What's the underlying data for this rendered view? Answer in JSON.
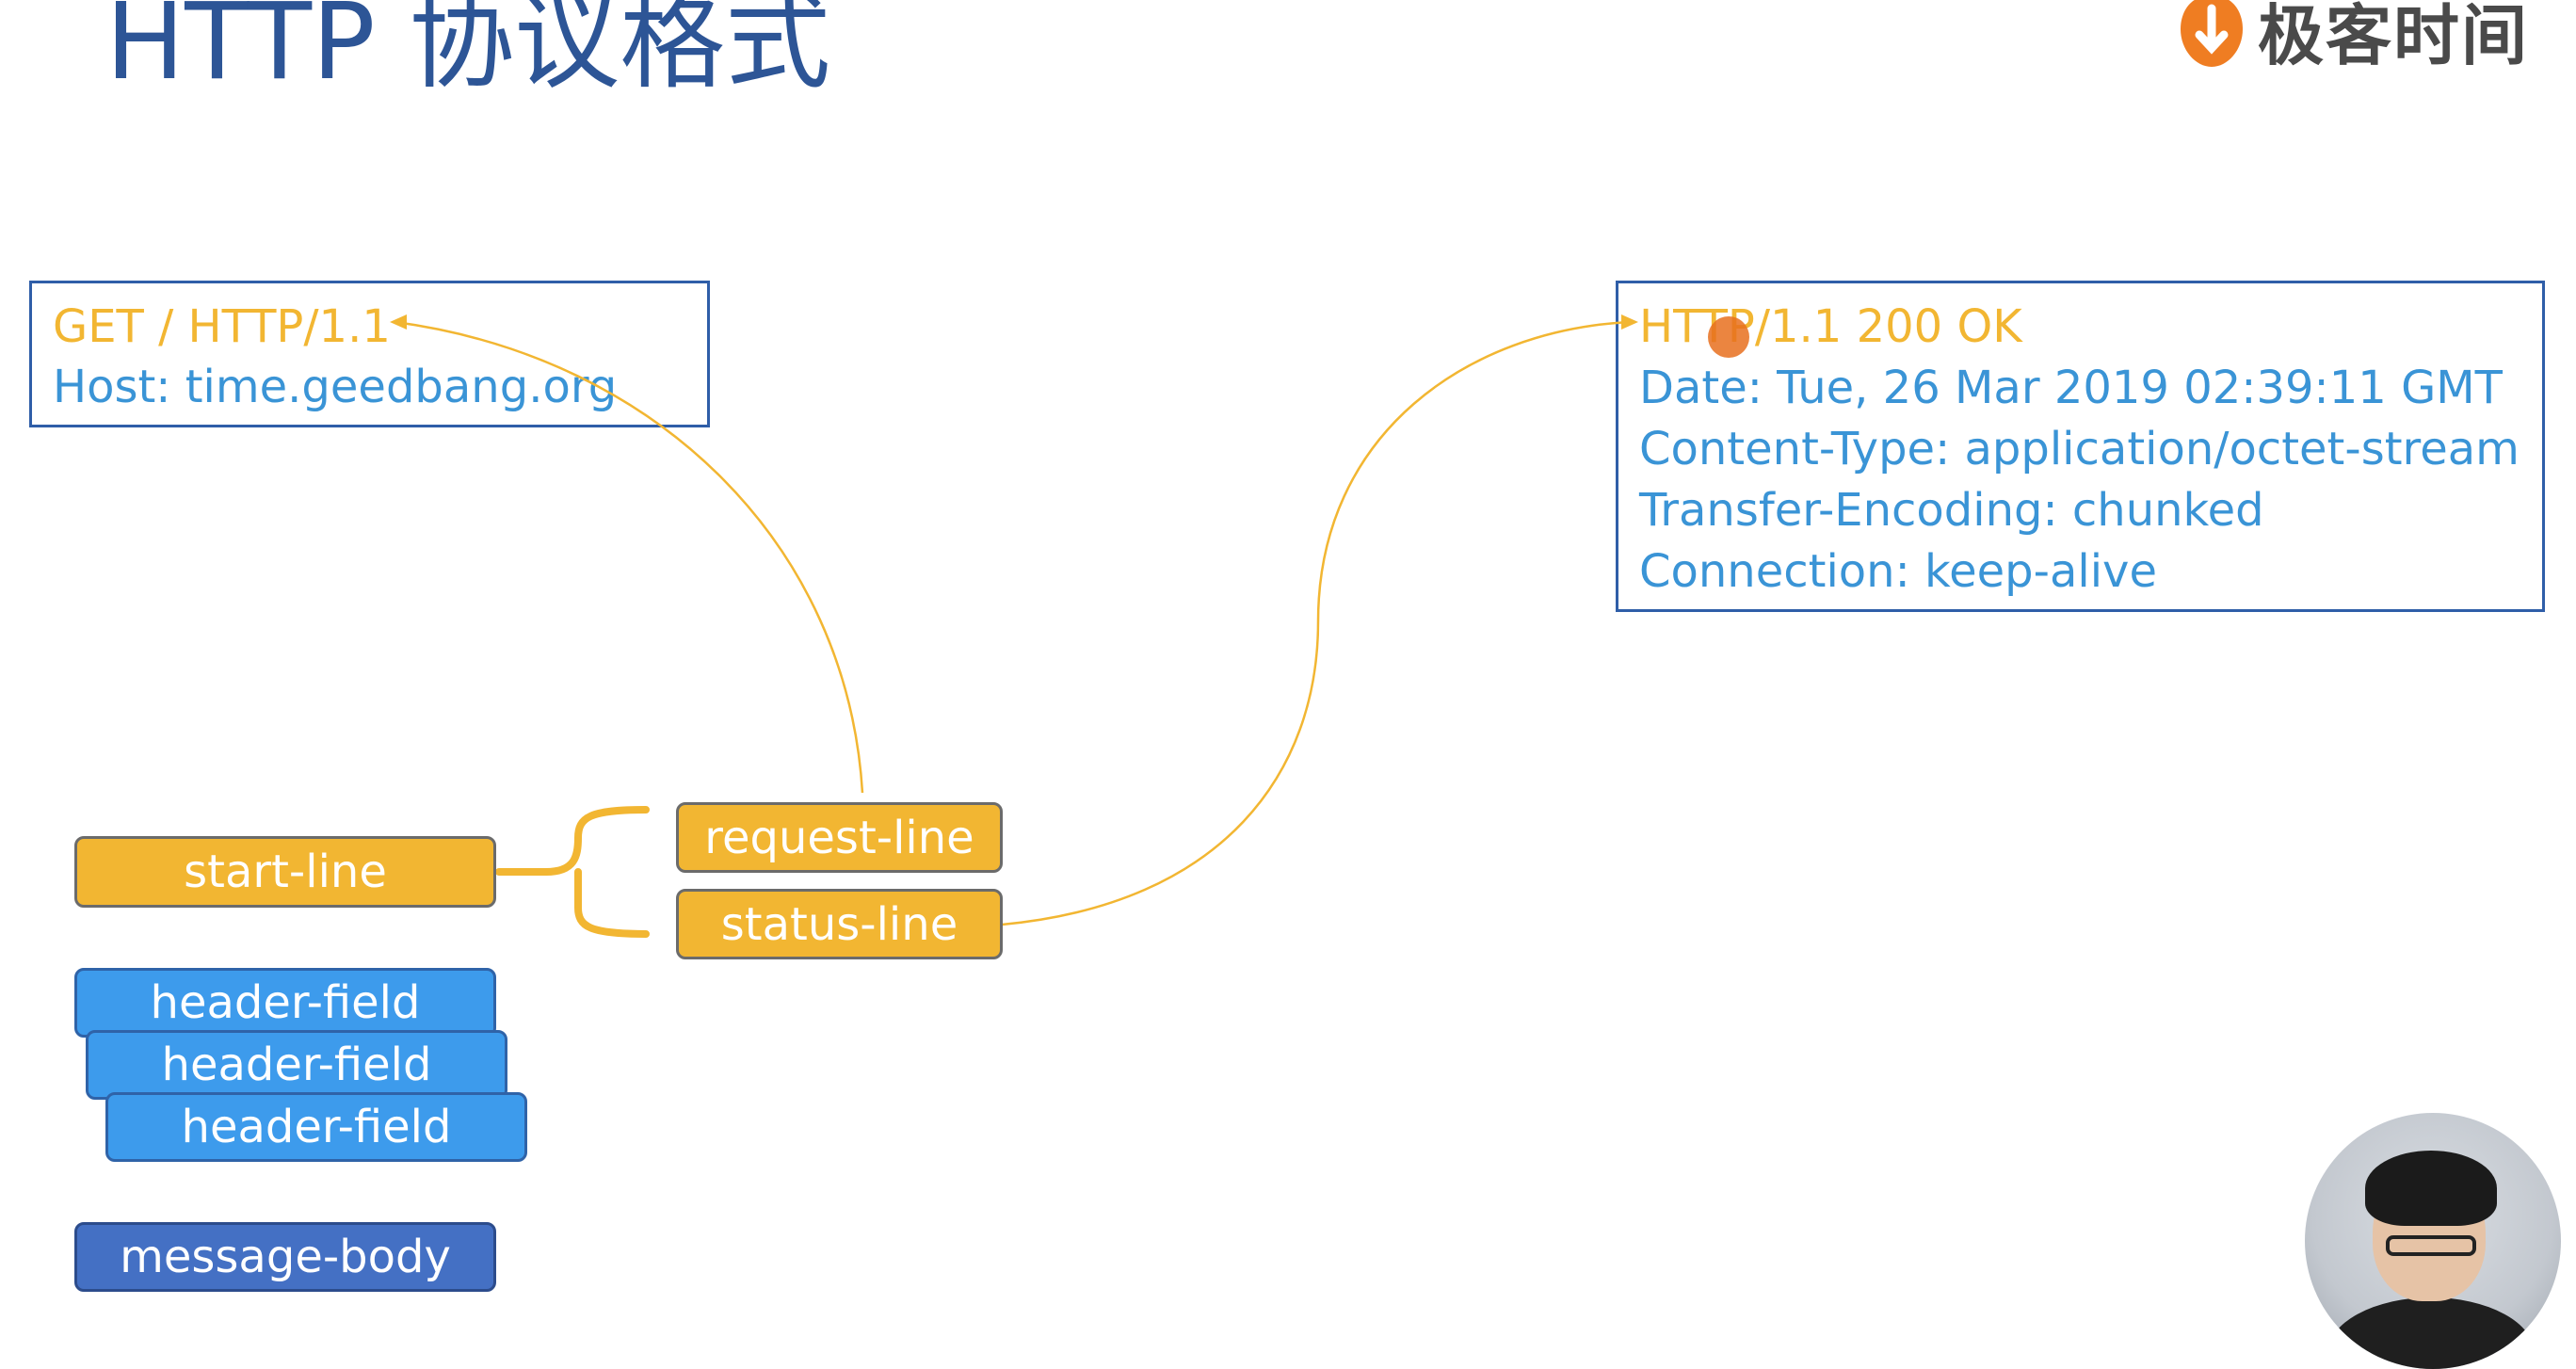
{
  "title": "HTTP 协议格式",
  "logo": {
    "text": "极客时间",
    "icon": "geektime-logo-icon"
  },
  "request_box": {
    "lines": [
      {
        "text": "GET / HTTP/1.1",
        "kind": "start-line"
      },
      {
        "text": "Host: time.geedbang.org",
        "kind": "header"
      }
    ]
  },
  "response_box": {
    "lines": [
      {
        "text": "HTTP/1.1 200 OK",
        "kind": "start-line"
      },
      {
        "text": "Date: Tue, 26 Mar 2019 02:39:11 GMT",
        "kind": "header"
      },
      {
        "text": "Content-Type: application/octet-stream",
        "kind": "header"
      },
      {
        "text": "Transfer-Encoding: chunked",
        "kind": "header"
      },
      {
        "text": "Connection: keep-alive",
        "kind": "header"
      }
    ]
  },
  "parts": {
    "start_line": "start-line",
    "request_line": "request-line",
    "status_line": "status-line",
    "header_fields": [
      "header-field",
      "header-field",
      "header-field"
    ],
    "message_body": "message-body"
  },
  "colors": {
    "title": "#2d5596",
    "start_line": "#f2b632",
    "header": "#3a94d6",
    "box_border": "#2f5ea8",
    "header_pill": "#3d9bec",
    "body_pill": "#4470c4",
    "connector": "#f2b632"
  }
}
